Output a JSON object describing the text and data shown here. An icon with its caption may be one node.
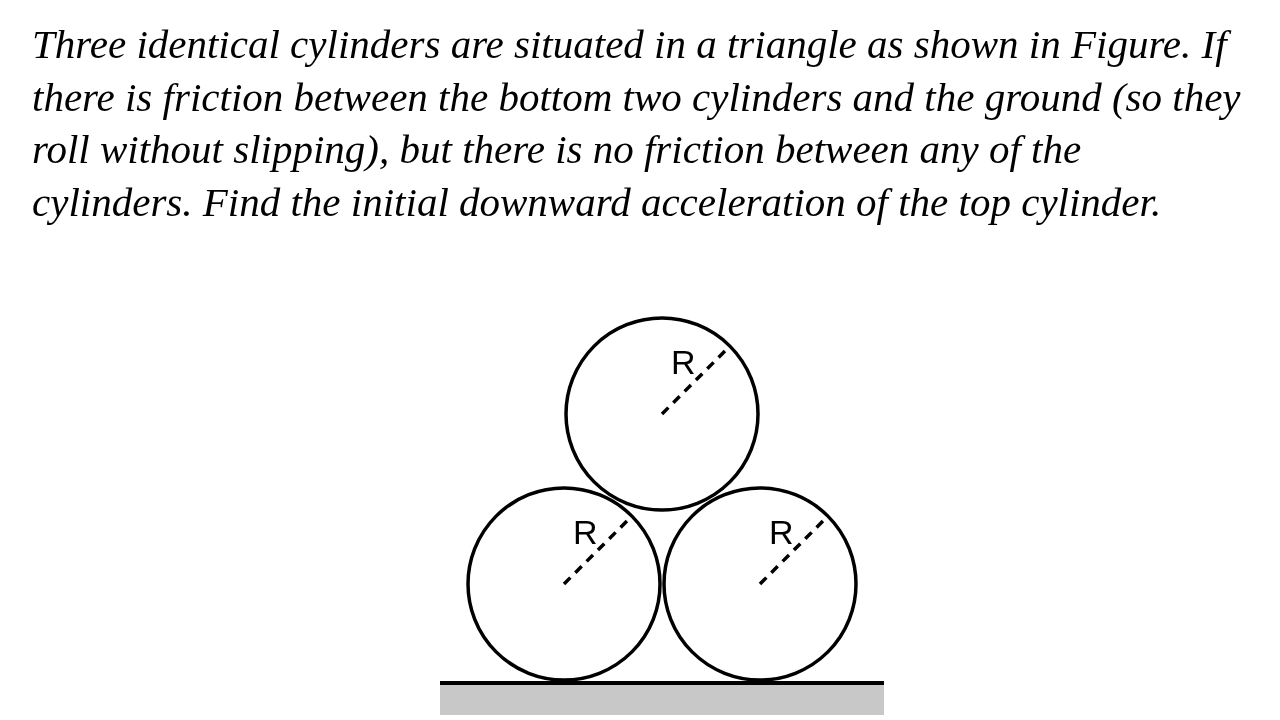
{
  "diagram": {
    "nodes": [
      {
        "text": [
          "R"
        ]
      },
      {
        "text": [
          "R"
        ]
      },
      {
        "text": [
          "R"
        ]
      }
    ],
    "labels": [
      "Three identical cylinders are situated in a triangle as shown in Figure. If there is friction between the bottom two cylinders and the ground (so they roll without slipping), but there is no friction between any of the cylinders. Find the initial downward acceleration of the top cylinder."
    ]
  }
}
